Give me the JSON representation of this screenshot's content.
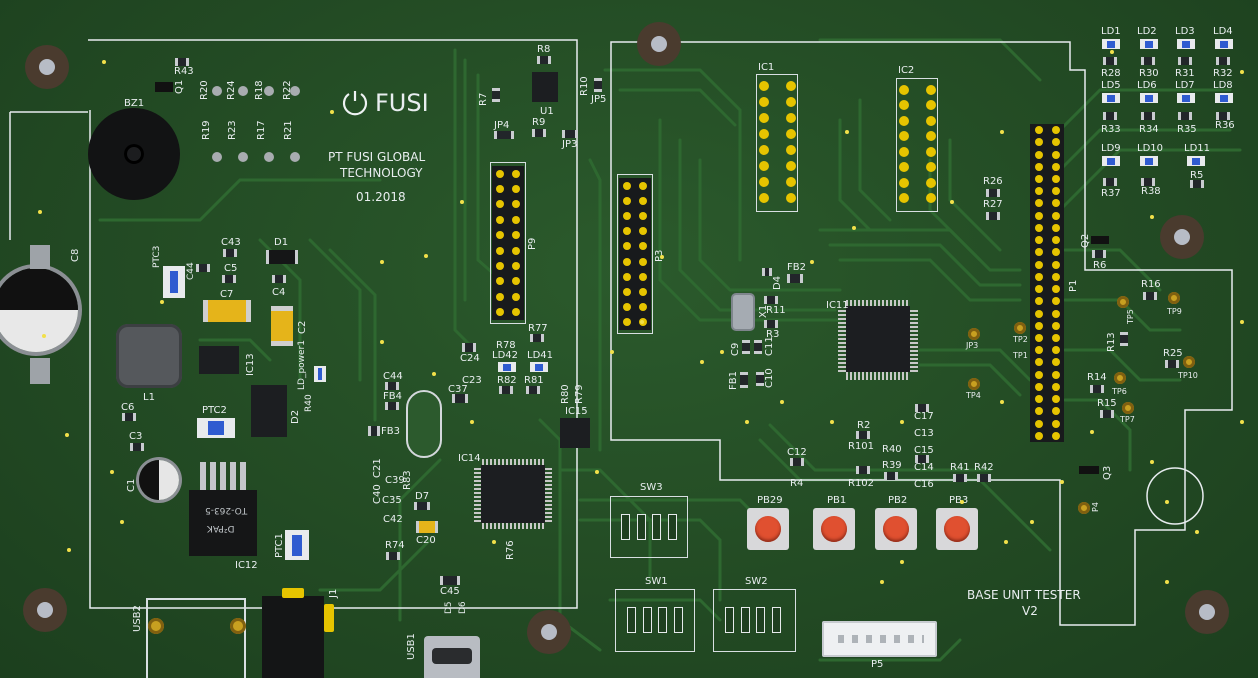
{
  "board": {
    "logo_text": "FUSI",
    "company_line1": "PT FUSI GLOBAL",
    "company_line2": "TECHNOLOGY",
    "date": "01.2018",
    "title_line1": "BASE UNIT TESTER",
    "title_line2": "V2",
    "ic_markings": {
      "ic12": "TO-263-5",
      "ic12_sub": "D²PAK"
    }
  },
  "labels": {
    "ld1": "LD1",
    "ld2": "LD2",
    "ld3": "LD3",
    "ld4": "LD4",
    "r28": "R28",
    "r30": "R30",
    "r31": "R31",
    "r32": "R32",
    "ld5": "LD5",
    "ld6": "LD6",
    "ld7": "LD7",
    "ld8": "LD8",
    "r33": "R33",
    "r34": "R34",
    "r35": "R35",
    "r36": "R36",
    "ld9": "LD9",
    "ld10": "LD10",
    "ld11": "LD11",
    "r37": "R37",
    "r38": "R38",
    "r5": "R5",
    "r6": "R6",
    "r26": "R26",
    "r27": "R27",
    "q2": "Q2",
    "p1": "P1",
    "r16": "R16",
    "tp9": "TP9",
    "tp5": "TP5",
    "r13": "R13",
    "r25": "R25",
    "tp10": "TP10",
    "r14": "R14",
    "tp6": "TP6",
    "r15": "R15",
    "tp7": "TP7",
    "q3": "Q3",
    "p4": "P4",
    "ic1": "IC1",
    "ic2": "IC2",
    "ic11": "IC11",
    "fb2": "FB2",
    "d4": "D4",
    "x1": "X1",
    "r11": "R11",
    "r3": "R3",
    "c9": "C9",
    "c10": "C10",
    "fb1": "FB1",
    "c11": "C11",
    "jp3b": "JP3",
    "tp1": "TP1",
    "tp2": "TP2",
    "tp4": "TP4",
    "r2": "R2",
    "r101": "R101",
    "r102": "R102",
    "r40": "R40",
    "r39": "R39",
    "c12": "C12",
    "r4": "R4",
    "c17": "C17",
    "c13": "C13",
    "c15": "C15",
    "c14": "C14",
    "c16": "C16",
    "r41": "R41",
    "r42": "R42",
    "pb29": "PB29",
    "pb1": "PB1",
    "pb2": "PB2",
    "pb3": "PB3",
    "sw1": "SW1",
    "sw2": "SW2",
    "sw3": "SW3",
    "p5": "P5",
    "p3": "P3",
    "r8": "R8",
    "u1": "U1",
    "r7": "R7",
    "r10": "R10",
    "jp5": "JP5",
    "jp4": "JP4",
    "r9": "R9",
    "jp3": "JP3",
    "p9": "P9",
    "r43": "R43",
    "q1": "Q1",
    "bz1": "BZ1",
    "r20": "R20",
    "r24": "R24",
    "r18": "R18",
    "r22": "R22",
    "r19": "R19",
    "r23": "R23",
    "r17": "R17",
    "r21": "R21",
    "c8": "C8",
    "c43": "C43",
    "d1": "D1",
    "ptc3": "PTC3",
    "c44": "C44",
    "c5": "C5",
    "c4": "C4",
    "c7": "C7",
    "c2": "C2",
    "ic13": "IC13",
    "l1": "L1",
    "d2": "D2",
    "r40b": "R40",
    "ld_power1": "LD_power1",
    "c6": "C6",
    "ptc2": "PTC2",
    "c3": "C3",
    "c1": "C1",
    "ic12": "IC12",
    "ptc1": "PTC1",
    "usb2": "USB2",
    "j1": "J1",
    "usb1": "USB1",
    "c45": "C45",
    "d5": "D5",
    "d6": "D6",
    "r78": "R78",
    "r77": "R77",
    "c24": "C24",
    "ld42": "LD42",
    "ld41": "LD41",
    "c23": "C23",
    "c37": "C37",
    "r82": "R82",
    "r81": "R81",
    "r80": "R80",
    "r79": "R79",
    "c44b": "C44",
    "fb4": "FB4",
    "fb3": "FB3",
    "ic15": "IC15",
    "ic14": "IC14",
    "c21": "C21",
    "c39": "C39",
    "r83": "R83",
    "d7": "D7",
    "c35": "C35",
    "c40": "C40",
    "c42": "C42",
    "c20": "C20",
    "r74": "R74",
    "r76": "R76"
  }
}
